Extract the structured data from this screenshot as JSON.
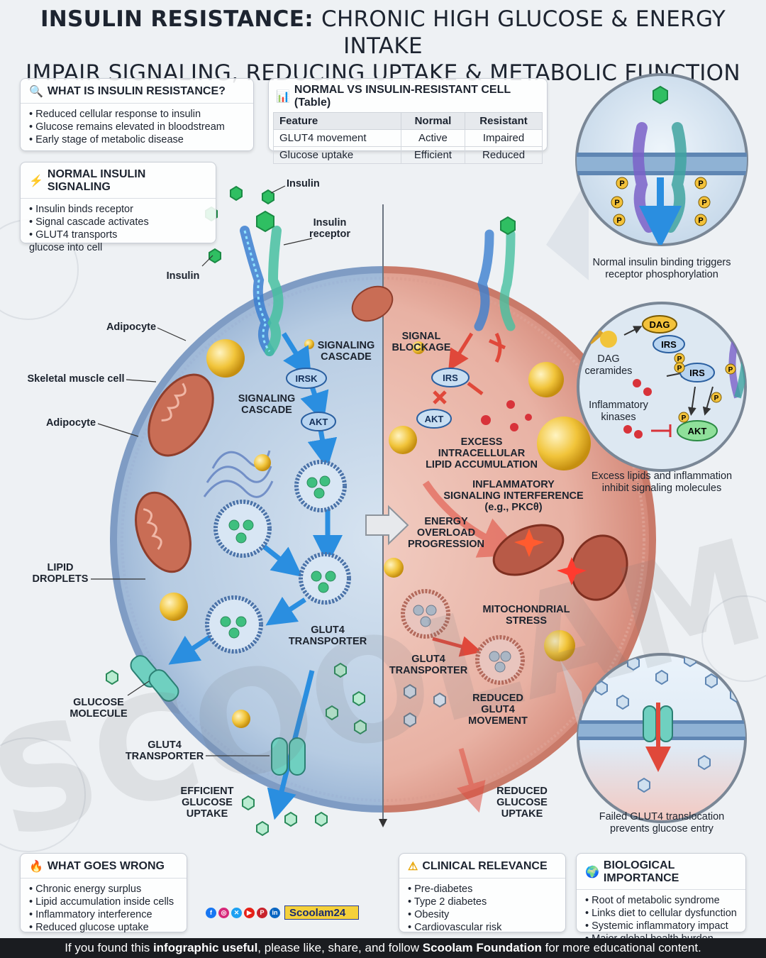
{
  "title": {
    "line1_lead": "INSULIN RESISTANCE:",
    "line1_rest": "CHRONIC HIGH GLUCOSE & ENERGY INTAKE",
    "line2": "IMPAIR SIGNALING, REDUCING UPTAKE & METABOLIC FUNCTION"
  },
  "what_is": {
    "icon": "magnifier-icon",
    "heading": "WHAT IS INSULIN RESISTANCE?",
    "items": [
      "Reduced cellular response to insulin",
      "Glucose remains elevated in bloodstream",
      "Early stage of metabolic disease"
    ]
  },
  "table": {
    "icon": "bar-chart-icon",
    "heading": "NORMAL VS INSULIN-RESISTANT CELL (Table)",
    "columns": [
      "Feature",
      "Normal",
      "Resistant"
    ],
    "rows": [
      [
        "GLUT4 movement",
        "Active",
        "Impaired"
      ],
      [
        "Glucose uptake",
        "Efficient",
        "Reduced"
      ]
    ]
  },
  "normal_signaling": {
    "icon": "lightning-icon",
    "heading": "NORMAL INSULIN SIGNALING",
    "items": [
      "Insulin binds receptor",
      "Signal cascade activates",
      "GLUT4 transports",
      "glucose into cell"
    ]
  },
  "left_labels": {
    "insulin_top": "Insulin",
    "insulin_receptor": "Insulin\nreceptor",
    "insulin_left": "Insulin",
    "adipocyte_1": "Adipocyte",
    "skeletal": "Skeletal muscle cell",
    "adipocyte_2": "Adipocyte",
    "signaling_cascade_1": "SIGNALING\nCASCADE",
    "signaling_cascade_2": "SIGNALING\nCASCADE",
    "irsk": "IRSK",
    "akt": "AKT",
    "lipid_droplets": "LIPID\nDROPLETS",
    "glut4_transporter_1": "GLUT4\nTRANSPORTER",
    "glucose_molecule": "GLUCOSE\nMOLECULE",
    "glut4_transporter_2": "GLUT4\nTRANSPORTER",
    "efficient_uptake": "EFFICIENT\nGLUCOSE\nUPTAKE"
  },
  "right_labels": {
    "signal_blockage": "SIGNAL\nBLOCKAGE",
    "irs": "IRS",
    "akt": "AKT",
    "excess_lipid": "EXCESS\nINTRACELLULAR\nLIPID ACCUMULATION",
    "inflammatory": "INFLAMMATORY\nSIGNALING INTERFERENCE\n(e.g., PKCθ)",
    "energy_overload": "ENERGY\nOVERLOAD\nPROGRESSION",
    "mito_stress": "MITOCHONDRIAL\nSTRESS",
    "glut4_transporter": "GLUT4\nTRANSPORTER",
    "reduced_movement": "REDUCED\nGLUT4\nMOVEMENT",
    "reduced_uptake": "REDUCED\nGLUCOSE\nUPTAKE"
  },
  "insets": {
    "top_caption": "Normal insulin binding triggers\nreceptor phosphorylation",
    "mid_caption": "Excess lipids and inflammation\ninhibit signaling molecules",
    "mid_dag": "DAG",
    "mid_irs_1": "IRS",
    "mid_irs_2": "IRS",
    "mid_akt": "AKT",
    "mid_dag_ceramides": "DAG\nceramides",
    "mid_inflammatory_kinases": "Inflammatory\nkinases",
    "p": "P",
    "bottom_caption": "Failed GLUT4 translocation\nprevents glucose entry"
  },
  "what_goes_wrong": {
    "icon": "fire-icon",
    "heading": "WHAT GOES WRONG",
    "items": [
      "Chronic energy surplus",
      "Lipid accumulation inside cells",
      "Inflammatory interference",
      "Reduced glucose uptake"
    ]
  },
  "clinical": {
    "icon": "warning-icon",
    "heading": "CLINICAL RELEVANCE",
    "items": [
      "Pre-diabetes",
      "Type 2 diabetes",
      "Obesity",
      "Cardiovascular risk"
    ]
  },
  "biological": {
    "icon": "globe-icon",
    "heading": "BIOLOGICAL IMPORTANCE",
    "items": [
      "Root of metabolic syndrome",
      "Links diet to cellular dysfunction",
      "Systemic inflammatory impact",
      "Major global health burden"
    ]
  },
  "social": {
    "handle": "Scoolam24",
    "icons": [
      "facebook-icon",
      "instagram-icon",
      "x-icon",
      "youtube-icon",
      "pinterest-icon",
      "linkedin-icon"
    ]
  },
  "watermark": "SCOOLAM",
  "footer": {
    "pre": "If you found this ",
    "bold1": "infographic useful",
    "mid": ", please like, share, and follow ",
    "bold2": "Scoolam Foundation",
    "post": " for more educational content."
  },
  "colors": {
    "normal_cell": "#a9c1dc",
    "resistant_cell": "#e9b3a8",
    "glucose": "#3fbf7f",
    "lipid": "#f0c23a",
    "signal_arrow": "#2a8ee0",
    "block_arrow": "#e0483a"
  }
}
